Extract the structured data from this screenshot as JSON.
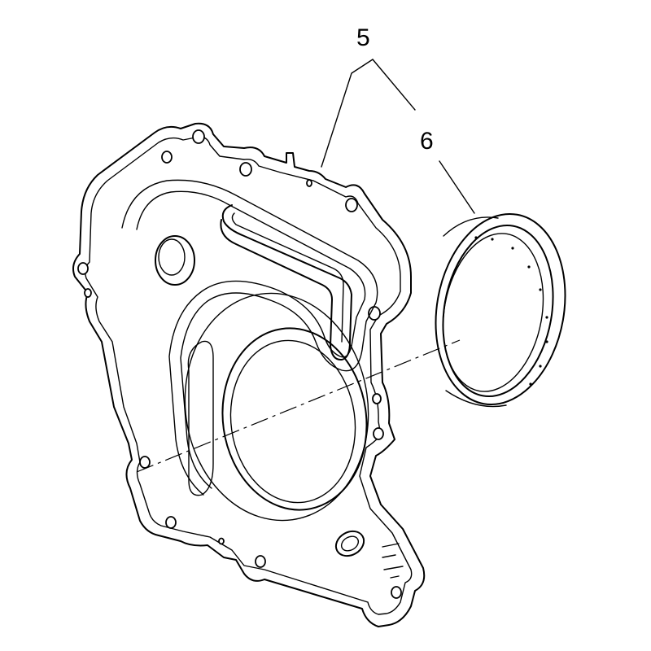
{
  "diagram": {
    "callouts": [
      {
        "id": "5",
        "label": "5"
      },
      {
        "id": "6",
        "label": "6"
      }
    ],
    "colors": {
      "line": "#000000",
      "background": "#ffffff"
    }
  }
}
